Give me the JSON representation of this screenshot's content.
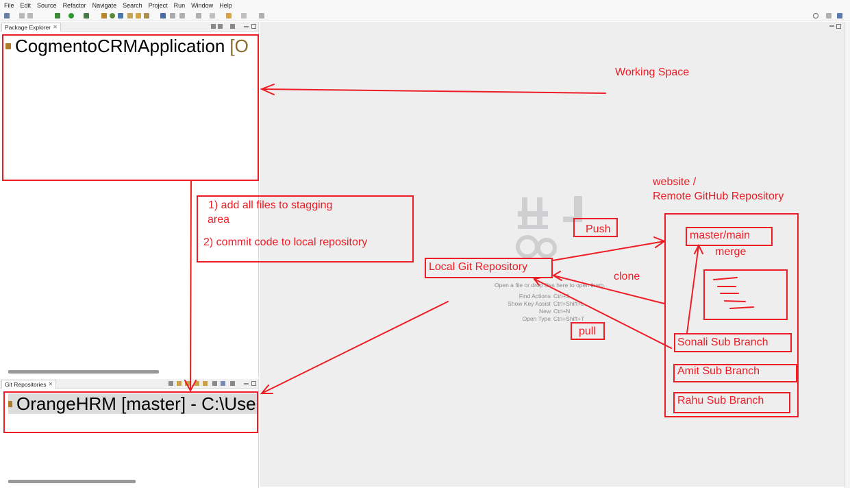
{
  "menu": [
    "File",
    "Edit",
    "Source",
    "Refactor",
    "Navigate",
    "Search",
    "Project",
    "Run",
    "Window",
    "Help"
  ],
  "package_explorer": {
    "tab_label": "Package Explorer",
    "project_name": "CogmentoCRMApplication",
    "project_decoration": "[O"
  },
  "git_repositories": {
    "tab_label": "Git Repositories",
    "repo_label": "OrangeHRM [master] - C:\\Use"
  },
  "editor_hints": {
    "open_file": "Open a file or drop files here to open them.",
    "find_actions_label": "Find Actions",
    "find_actions_key": "Ctrl+3",
    "show_key_assist_label": "Show Key Assist",
    "show_key_assist_key": "Ctrl+Shift+L",
    "new_label": "New",
    "new_key": "Ctrl+N",
    "open_type_label": "Open Type",
    "open_type_key": "Ctrl+Shift+T"
  },
  "annotations": {
    "working_space": "Working Space",
    "step1_line1": "1) add all files to stagging",
    "step1_line2": "area",
    "step2": "2) commit code to local repository",
    "local_git_repo": "Local Git Repository",
    "push": "Push",
    "clone": "clone",
    "pull": "pull",
    "website": "website /",
    "remote_repo": "Remote GitHub Repository",
    "master_main": "master/main",
    "merge": "merge",
    "branches": [
      "Sonali Sub Branch",
      "Amit Sub Branch",
      "Rahu Sub Branch"
    ]
  },
  "colors": {
    "annotation_red": "#ee1c24",
    "editor_bg": "#eeeeef",
    "selection_bg": "#dcdcdc"
  }
}
